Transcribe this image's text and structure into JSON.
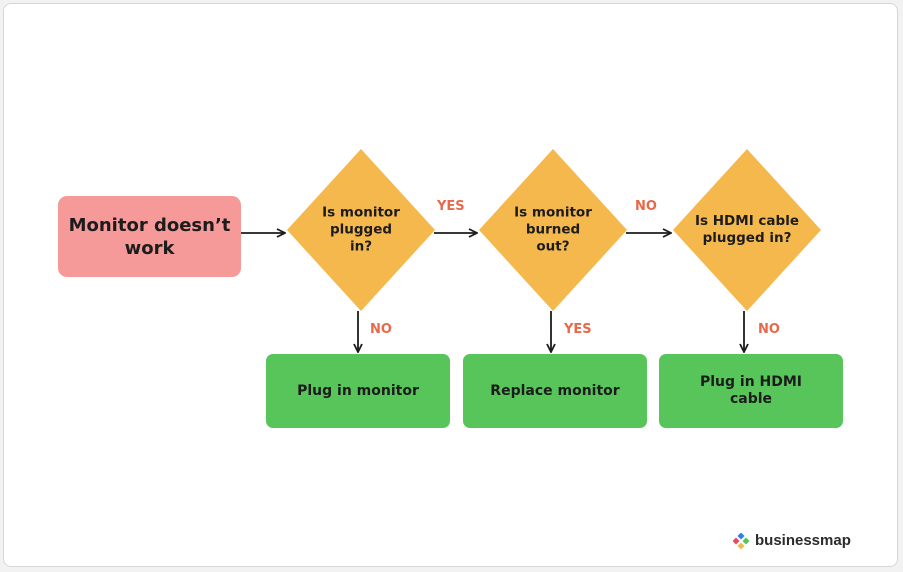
{
  "start_node": {
    "label": "Monitor doesn’t work"
  },
  "decisions": [
    {
      "label": "Is monitor plugged in?"
    },
    {
      "label": "Is monitor burned out?"
    },
    {
      "label": "Is HDMI cable plugged in?"
    }
  ],
  "actions": [
    {
      "label": "Plug in monitor"
    },
    {
      "label": "Replace monitor"
    },
    {
      "label": "Plug in HDMI cable"
    }
  ],
  "edge_labels": {
    "d1_to_d2": "YES",
    "d2_to_d3": "NO",
    "d1_to_a1": "NO",
    "d2_to_a2": "YES",
    "d3_to_a3": "NO"
  },
  "brand": {
    "name": "businessmap"
  },
  "colors": {
    "start_fill": "#f59a98",
    "decision_fill": "#f5b84c",
    "action_fill": "#57c55a",
    "edge_label": "#e8684a"
  }
}
